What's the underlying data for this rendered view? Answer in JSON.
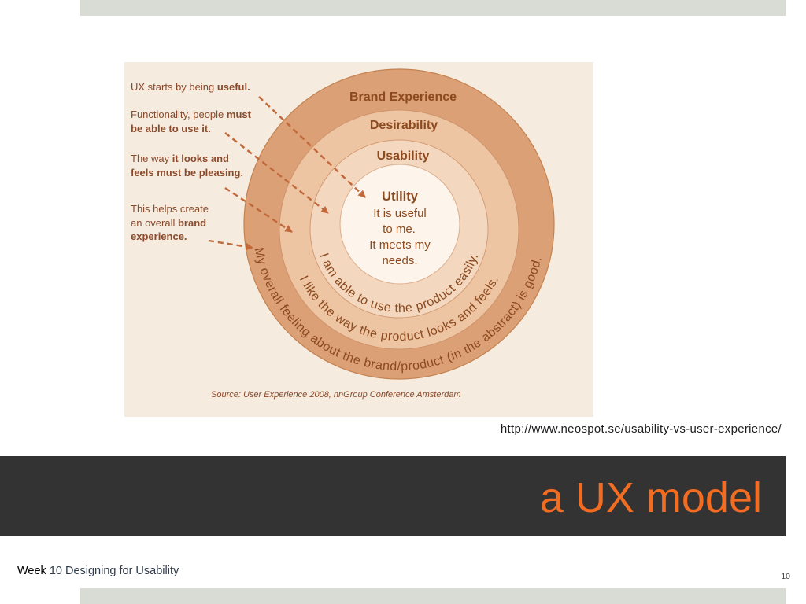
{
  "slide": {
    "title": "a UX model",
    "source_link": "http://www.neospot.se/usability-vs-user-experience/",
    "footer": {
      "week_label": "Week",
      "course": "10 Designing for Usability"
    },
    "page_number": "10",
    "colors": {
      "accent": "#f26c21",
      "title_band": "#333333",
      "decor_bars": "#d9dcd5"
    }
  },
  "diagram": {
    "rings": {
      "outer": "Brand Experience",
      "second": "Desirability",
      "third": "Usability",
      "core": "Utility"
    },
    "core_lines": [
      "It is useful",
      "to me.",
      "It meets my",
      "needs."
    ],
    "arc_texts": {
      "usability": "I am able to use the product easily.",
      "desirability": "I like the way the product looks and feels.",
      "brand_experience": "My overall feeling about the brand/product (in the abstract) is good."
    },
    "notes": [
      {
        "lines": [
          {
            "text": "UX starts by being ",
            "bold": "useful."
          }
        ]
      },
      {
        "lines": [
          {
            "text": "Functionality, people ",
            "bold": "must"
          },
          {
            "bold": "be able to use it."
          }
        ]
      },
      {
        "lines": [
          {
            "text": "The way ",
            "bold": "it looks and"
          },
          {
            "bold": "feels must be pleasing."
          }
        ]
      },
      {
        "lines": [
          {
            "text": "This helps create"
          },
          {
            "text": "an overall ",
            "bold": "brand"
          },
          {
            "bold": "experience."
          }
        ]
      }
    ],
    "source": "Source: User Experience 2008, nnGroup Conference Amsterdam",
    "colors": {
      "background": "#f5ebdf",
      "outer_ring": "#dca076",
      "desirability_ring": "#edc5a3",
      "usability_ring": "#f3d7be",
      "utility_core": "#fdf5ec",
      "text": "#8d4a1f",
      "arrow": "#c2683a"
    }
  }
}
